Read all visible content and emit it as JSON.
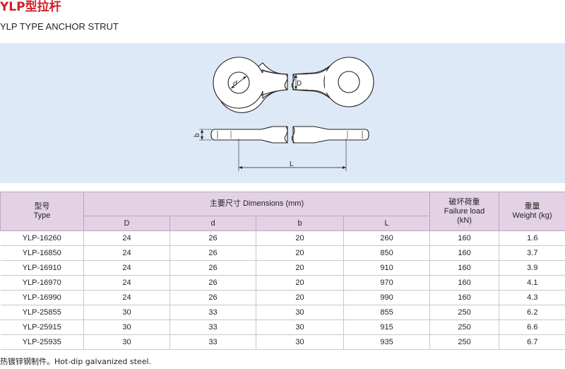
{
  "header": {
    "title_cn": "YLP型拉杆",
    "title_en": "YLP TYPE ANCHOR STRUT"
  },
  "drawing": {
    "label_d_small": "d",
    "label_D": "D",
    "label_b": "b",
    "label_L": "L"
  },
  "table": {
    "headers": {
      "type_cn": "型号",
      "type_en": "Type",
      "dimensions": "主要尺寸 Dimensions (mm)",
      "load_cn": "破坏荷重",
      "load_en": "Failure load",
      "load_unit": "(kN)",
      "weight_cn": "重量",
      "weight_en": "Weight (kg)",
      "sub": [
        "D",
        "d",
        "b",
        "L"
      ]
    },
    "rows": [
      [
        "YLP-16260",
        "24",
        "26",
        "20",
        "260",
        "160",
        "1.6"
      ],
      [
        "YLP-16850",
        "24",
        "26",
        "20",
        "850",
        "160",
        "3.7"
      ],
      [
        "YLP-16910",
        "24",
        "26",
        "20",
        "910",
        "160",
        "3.9"
      ],
      [
        "YLP-16970",
        "24",
        "26",
        "20",
        "970",
        "160",
        "4.1"
      ],
      [
        "YLP-16990",
        "24",
        "26",
        "20",
        "990",
        "160",
        "4.3"
      ],
      [
        "YLP-25855",
        "30",
        "33",
        "30",
        "855",
        "250",
        "6.2"
      ],
      [
        "YLP-25915",
        "30",
        "33",
        "30",
        "915",
        "250",
        "6.6"
      ],
      [
        "YLP-25935",
        "30",
        "33",
        "30",
        "935",
        "250",
        "6.7"
      ]
    ]
  },
  "footer": {
    "note": "热镀锌钢制件。Hot-dip galvanized steel."
  }
}
